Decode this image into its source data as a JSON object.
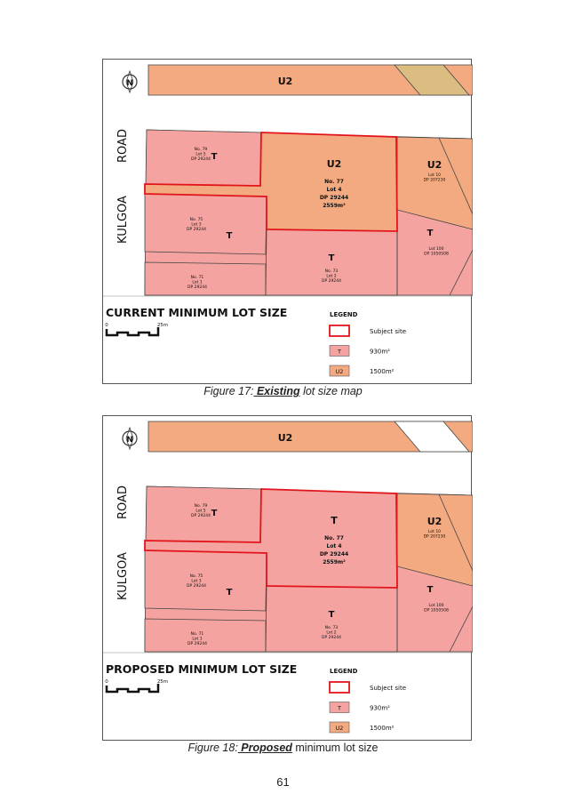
{
  "colors": {
    "T": "#f4a3a0",
    "U2": "#f4aa80",
    "tan": "#dbbd82",
    "subject": "#e2141b",
    "line": "#444444"
  },
  "maps": [
    {
      "title": "CURRENT MINIMUM LOT SIZE",
      "subject_zone": "U2",
      "top_corner": "tan",
      "caption_prefix": "Figure 17:",
      "caption_emph": " Existing",
      "caption_rest": " lot size map"
    },
    {
      "title": "PROPOSED MINIMUM LOT SIZE",
      "subject_zone": "T",
      "top_corner": "white",
      "caption_prefix": "Figure 18:",
      "caption_emph": " Proposed",
      "caption_rest": " minimum lot size"
    }
  ],
  "labels": {
    "road1": "KULGOA",
    "road2": "ROAD",
    "north": "N",
    "top_zone": "U2",
    "subject_zone_existing": "U2",
    "subject_zone_proposed": "T",
    "lot79": [
      "No. 79",
      "Lot 5",
      "DP 29244"
    ],
    "lot77": [
      "No. 77",
      "Lot 4",
      "DP 29244",
      "2559m²"
    ],
    "lot75": [
      "No. 75",
      "Lot 3",
      "DP 29244"
    ],
    "lot73": [
      "No. 73",
      "Lot 2",
      "DP 29244"
    ],
    "lot71": [
      "No. 71",
      "Lot 1",
      "DP 29244"
    ],
    "lot10": [
      "Lot 10",
      "DP 207230"
    ],
    "lot100": [
      "Lot 100",
      "DP 1050508"
    ],
    "T": "T",
    "U2": "U2",
    "scale_0": "0",
    "scale_25": "25m"
  },
  "legend": {
    "heading": "LEGEND",
    "items": [
      {
        "swatch": "",
        "label": "Subject site"
      },
      {
        "swatch": "T",
        "label": "930m²"
      },
      {
        "swatch": "U2",
        "label": "1500m²"
      }
    ]
  },
  "page_number": "61"
}
